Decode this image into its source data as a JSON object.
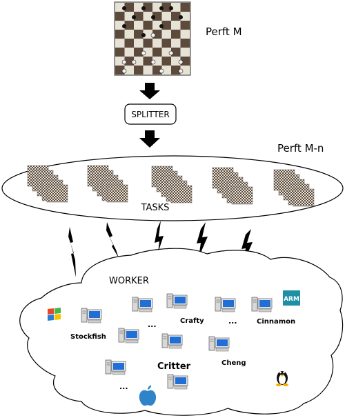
{
  "labels": {
    "perft_m": "Perft M",
    "splitter": "SPLITTER",
    "perft_mn": "Perft M-n",
    "tasks": "TASKS",
    "worker": "WORKER",
    "arm": "ARM"
  },
  "engines": {
    "stockfish": "Stockfish",
    "crafty": "Crafty",
    "cinnamon": "Cinnamon",
    "critter": "Critter",
    "cheng": "Cheng"
  },
  "ellipsis": "...",
  "icons": {
    "chessboard": "chessboard-icon",
    "arrow": "arrow-down-icon",
    "lightning": "lightning-bolt-icon",
    "computer": "desktop-computer-icon",
    "windows": "windows-logo-icon",
    "apple": "apple-logo-icon",
    "linux": "linux-tux-icon",
    "arm": "arm-logo-icon"
  },
  "colors": {
    "board_light": "#e6e2d6",
    "board_dark": "#5c4a3c",
    "screen_blue": "#1f6fd6",
    "arm_teal": "#1f8fa6"
  }
}
